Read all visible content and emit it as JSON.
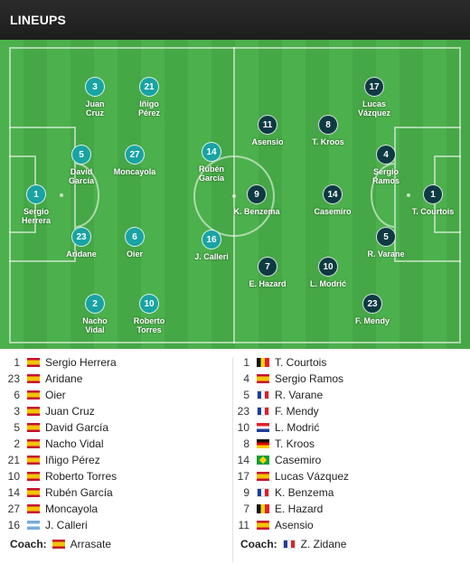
{
  "header": {
    "title": "LINEUPS"
  },
  "pitch": {
    "home_players": [
      {
        "num": "1",
        "name": "Sergio Herrera"
      },
      {
        "num": "3",
        "name": "Juan Cruz"
      },
      {
        "num": "21",
        "name": "Iñigo Pérez"
      },
      {
        "num": "5",
        "name": "David García"
      },
      {
        "num": "27",
        "name": "Moncayola"
      },
      {
        "num": "14",
        "name": "Rubén García"
      },
      {
        "num": "23",
        "name": "Aridane"
      },
      {
        "num": "6",
        "name": "Oier"
      },
      {
        "num": "16",
        "name": "J. Calleri"
      },
      {
        "num": "2",
        "name": "Nacho Vidal"
      },
      {
        "num": "10",
        "name": "Roberto Torres"
      }
    ],
    "away_players": [
      {
        "num": "17",
        "name": "Lucas Vázquez"
      },
      {
        "num": "11",
        "name": "Asensio"
      },
      {
        "num": "8",
        "name": "T. Kroos"
      },
      {
        "num": "4",
        "name": "Sergio Ramos"
      },
      {
        "num": "9",
        "name": "K. Benzema"
      },
      {
        "num": "14",
        "name": "Casemiro"
      },
      {
        "num": "1",
        "name": "T. Courtois"
      },
      {
        "num": "5",
        "name": "R. Varane"
      },
      {
        "num": "7",
        "name": "E. Hazard"
      },
      {
        "num": "10",
        "name": "L. Modrić"
      },
      {
        "num": "23",
        "name": "F. Mendy"
      }
    ]
  },
  "home_list": [
    {
      "num": "1",
      "name": "Sergio Herrera",
      "flag": "es"
    },
    {
      "num": "23",
      "name": "Aridane",
      "flag": "es"
    },
    {
      "num": "6",
      "name": "Oier",
      "flag": "es"
    },
    {
      "num": "3",
      "name": "Juan Cruz",
      "flag": "es"
    },
    {
      "num": "5",
      "name": "David García",
      "flag": "es"
    },
    {
      "num": "2",
      "name": "Nacho Vidal",
      "flag": "es"
    },
    {
      "num": "21",
      "name": "Iñigo Pérez",
      "flag": "es"
    },
    {
      "num": "10",
      "name": "Roberto Torres",
      "flag": "es"
    },
    {
      "num": "14",
      "name": "Rubén García",
      "flag": "es"
    },
    {
      "num": "27",
      "name": "Moncayola",
      "flag": "es"
    },
    {
      "num": "16",
      "name": "J. Calleri",
      "flag": "ar"
    }
  ],
  "away_list": [
    {
      "num": "1",
      "name": "T. Courtois",
      "flag": "be"
    },
    {
      "num": "4",
      "name": "Sergio Ramos",
      "flag": "es"
    },
    {
      "num": "5",
      "name": "R. Varane",
      "flag": "fr"
    },
    {
      "num": "23",
      "name": "F. Mendy",
      "flag": "fr"
    },
    {
      "num": "10",
      "name": "L. Modrić",
      "flag": "hr"
    },
    {
      "num": "8",
      "name": "T. Kroos",
      "flag": "de"
    },
    {
      "num": "14",
      "name": "Casemiro",
      "flag": "br"
    },
    {
      "num": "17",
      "name": "Lucas Vázquez",
      "flag": "es"
    },
    {
      "num": "9",
      "name": "K. Benzema",
      "flag": "fr"
    },
    {
      "num": "7",
      "name": "E. Hazard",
      "flag": "be"
    },
    {
      "num": "11",
      "name": "Asensio",
      "flag": "es"
    }
  ],
  "coaches": {
    "label": "Coach:",
    "home": {
      "name": "Arrasate",
      "flag": "es"
    },
    "away": {
      "name": "Z. Zidane",
      "flag": "fr"
    }
  },
  "colors": {
    "home_marker": "#1aa3a3",
    "away_marker": "#0e3b43",
    "pitch": "#4cb04c"
  }
}
